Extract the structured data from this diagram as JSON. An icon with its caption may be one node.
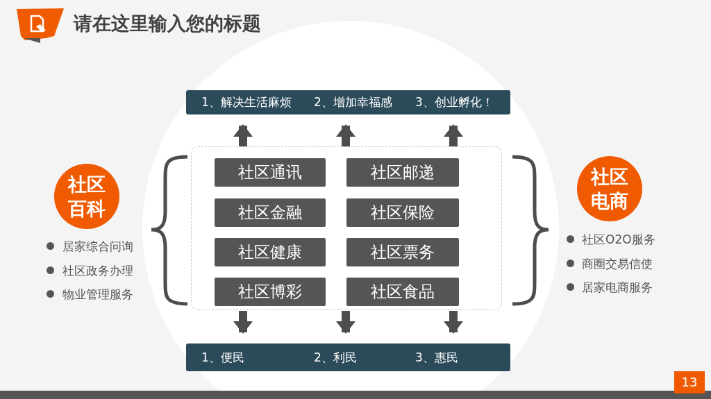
{
  "diagram": {
    "title": "请在这里输入您的标题",
    "nodes": [
      {
        "text": [
          "1、解决生活麻烦",
          "2、增加幸福感",
          "3、创业孵化！"
        ]
      },
      {
        "text": [
          "社区百科"
        ]
      },
      {
        "text": [],
        "shape": "box"
      },
      {
        "text": [
          "社区通讯"
        ],
        "in": 2
      },
      {
        "text": [
          "社区邮递"
        ],
        "in": 2
      },
      {
        "text": [
          "社区金融"
        ],
        "in": 2
      },
      {
        "text": [
          "社区保险"
        ],
        "in": 2
      },
      {
        "text": [
          "社区健康"
        ],
        "in": 2
      },
      {
        "text": [
          "社区票务"
        ],
        "in": 2
      },
      {
        "text": [
          "社区博彩"
        ],
        "in": 2
      },
      {
        "text": [
          "社区食品"
        ],
        "in": 2
      },
      {
        "text": [
          "社区电商"
        ]
      },
      {
        "text": [
          "1、便民",
          "2、利民",
          "3、惠民"
        ]
      }
    ],
    "edges": [
      {
        "from": 2,
        "to": 0,
        "arrow": "to"
      },
      {
        "from": 2,
        "to": 0,
        "arrow": "to"
      },
      {
        "from": 2,
        "to": 0,
        "arrow": "to"
      },
      {
        "from": 2,
        "to": 12,
        "arrow": "to"
      },
      {
        "from": 2,
        "to": 12,
        "arrow": "to"
      },
      {
        "from": 2,
        "to": 12,
        "arrow": "to"
      }
    ],
    "labels": [
      "居家综合问询",
      "社区政务办理",
      "物业管理服务",
      "社区O2O服务",
      "商圈交易信使",
      "居家电商服务",
      "13"
    ]
  }
}
